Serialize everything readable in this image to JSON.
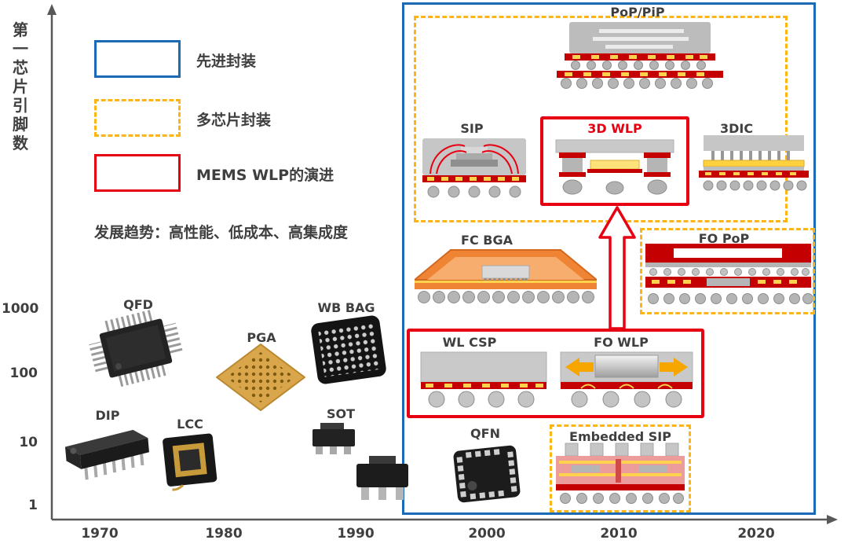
{
  "y_axis": {
    "title": "第一芯片引脚数",
    "ticks": [
      "1000",
      "100",
      "10",
      "1"
    ]
  },
  "x_axis": {
    "ticks": [
      "1970",
      "1980",
      "1990",
      "2000",
      "2010",
      "2020"
    ]
  },
  "legend": {
    "advanced_label": "先进封装",
    "multichip_label": "多芯片封装",
    "mems_label": "MEMS WLP的演进",
    "trend_text": "发展趋势：高性能、低成本、高集成度"
  },
  "packages": {
    "qfd": "QFD",
    "pga": "PGA",
    "wb_bag": "WB BAG",
    "dip": "DIP",
    "lcc": "LCC",
    "sot": "SOT",
    "qfn": "QFN",
    "pop_pip": "PoP/PiP",
    "sip": "SIP",
    "wlp_3d": "3D WLP",
    "dic_3": "3DIC",
    "fc_bga": "FC BGA",
    "fo_pop": "FO PoP",
    "wl_csp": "WL CSP",
    "fo_wlp": "FO WLP",
    "embedded_sip": "Embedded SIP"
  },
  "colors": {
    "blue": "#1a6ab5",
    "yellow": "#fdb515",
    "red": "#e60012",
    "text": "#3f3f3f"
  }
}
